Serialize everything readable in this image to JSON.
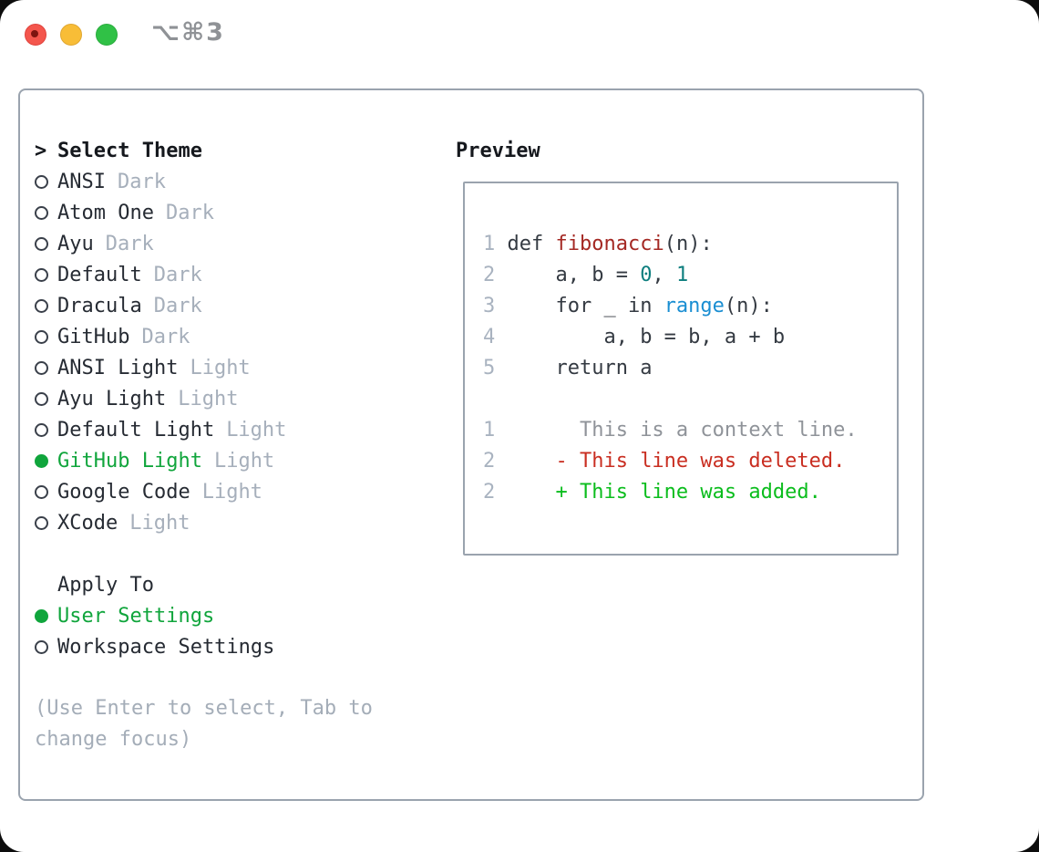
{
  "titlebar": {
    "shortcut": "⌥⌘3"
  },
  "colors": {
    "selection_green": "#10a53c",
    "diff_added_green": "#0bbd1d",
    "diff_deleted_red": "#c92e21",
    "function_red": "#a42823",
    "number_teal": "#0d7e7e",
    "builtin_blue": "#1a8ed2",
    "muted_gray": "#a6afbb",
    "frame_border": "#9aa3ae"
  },
  "panel": {
    "select_theme": {
      "prompt": ">",
      "label": "Select Theme"
    },
    "themes": {
      "items": [
        {
          "name": "ANSI",
          "variant": "Dark",
          "state": "none"
        },
        {
          "name": "Atom One",
          "variant": "Dark",
          "state": "none"
        },
        {
          "name": "Ayu",
          "variant": "Dark",
          "state": "none"
        },
        {
          "name": "Default",
          "variant": "Dark",
          "state": "none"
        },
        {
          "name": "Dracula",
          "variant": "Dark",
          "state": "none"
        },
        {
          "name": "GitHub",
          "variant": "Dark",
          "state": "none"
        },
        {
          "name": "ANSI Light",
          "variant": "Light",
          "state": "none"
        },
        {
          "name": "Ayu Light",
          "variant": "Light",
          "state": "none"
        },
        {
          "name": "Default Light",
          "variant": "Light",
          "state": "none"
        },
        {
          "name": "GitHub Light",
          "variant": "Light",
          "state": "selected"
        },
        {
          "name": "Google Code",
          "variant": "Light",
          "state": "none"
        },
        {
          "name": "XCode",
          "variant": "Light",
          "state": "none"
        }
      ]
    },
    "apply_to": {
      "label": "Apply To",
      "options": [
        {
          "label": "User Settings",
          "state": "selected"
        },
        {
          "label": "Workspace Settings",
          "state": "none"
        }
      ]
    },
    "hint": "(Use Enter to select, Tab to change focus)"
  },
  "preview": {
    "label": "Preview",
    "code_lines": [
      {
        "num": "1",
        "s0": " def ",
        "s1": "fibonacci",
        "s2": "(n):"
      },
      {
        "num": "2",
        "s0": "     a, b = ",
        "s1": "0",
        "s2": ", ",
        "s3": "1"
      },
      {
        "num": "3",
        "s0": "     for _ in ",
        "s1": "range",
        "s2": "(n):"
      },
      {
        "num": "4",
        "s0": "         a, b = b, a + b"
      },
      {
        "num": "5",
        "s0": "     return a"
      }
    ],
    "diff_lines": [
      {
        "num": "1",
        "text": "       This is a context line."
      },
      {
        "num": "2",
        "text": "     - This line was deleted."
      },
      {
        "num": "2",
        "text": "     + This line was added."
      }
    ]
  }
}
